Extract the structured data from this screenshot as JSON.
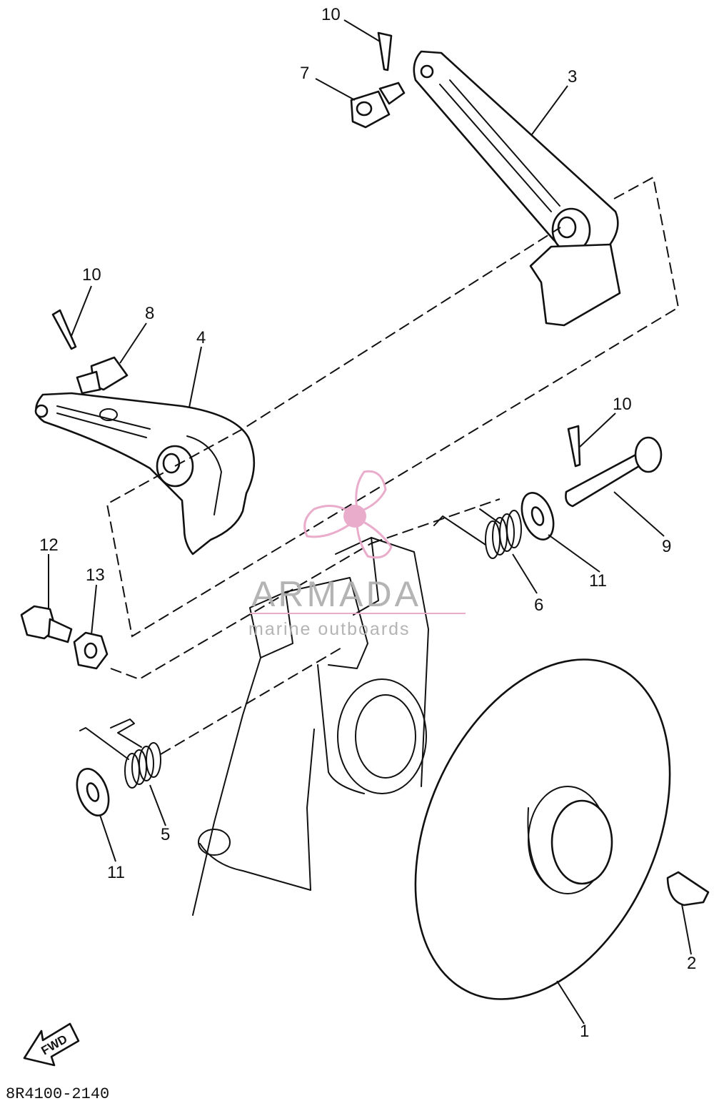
{
  "diagram": {
    "callouts": [
      {
        "id": "c10a",
        "text": "10"
      },
      {
        "id": "c7",
        "text": "7"
      },
      {
        "id": "c3",
        "text": "3"
      },
      {
        "id": "c10b",
        "text": "10"
      },
      {
        "id": "c8",
        "text": "8"
      },
      {
        "id": "c4",
        "text": "4"
      },
      {
        "id": "c10c",
        "text": "10"
      },
      {
        "id": "c9",
        "text": "9"
      },
      {
        "id": "c12",
        "text": "12"
      },
      {
        "id": "c13",
        "text": "13"
      },
      {
        "id": "c6",
        "text": "6"
      },
      {
        "id": "c11a",
        "text": "11"
      },
      {
        "id": "c5",
        "text": "5"
      },
      {
        "id": "c11b",
        "text": "11"
      },
      {
        "id": "c2",
        "text": "2"
      },
      {
        "id": "c1",
        "text": "1"
      }
    ],
    "fwd_label": "FWD",
    "drawing_code": "8R4100-2140"
  },
  "watermark": {
    "name": "ARMADA",
    "tagline": "marine outboards",
    "color": "#e9a8c9",
    "text_color": "#b0b0b0"
  }
}
